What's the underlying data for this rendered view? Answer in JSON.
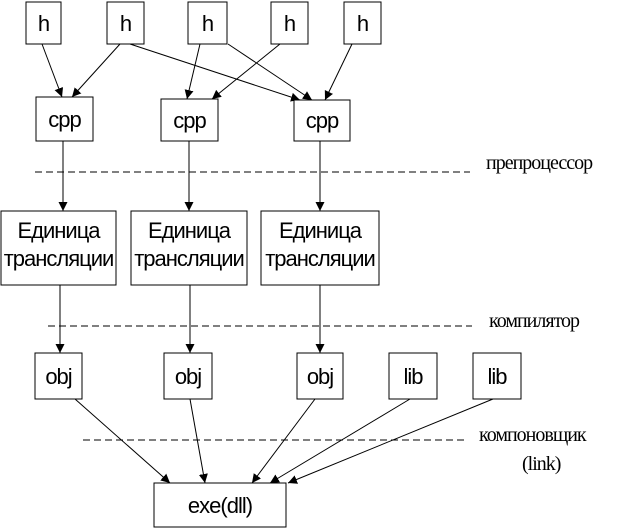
{
  "nodes": {
    "h1": "h",
    "h2": "h",
    "h3": "h",
    "h4": "h",
    "h5": "h",
    "cpp1": "cpp",
    "cpp2": "cpp",
    "cpp3": "cpp",
    "tu1_l1": "Единица",
    "tu1_l2": "трансляции",
    "tu2_l1": "Единица",
    "tu2_l2": "трансляции",
    "tu3_l1": "Единица",
    "tu3_l2": "трансляции",
    "obj1": "obj",
    "obj2": "obj",
    "obj3": "obj",
    "lib1": "lib",
    "lib2": "lib",
    "exe": "exe(dll)"
  },
  "stages": {
    "preprocessor": "препроцессор",
    "compiler": "компилятор",
    "linker_l1": "компоновщик",
    "linker_l2": "(link)"
  },
  "colors": {
    "line": "#000000",
    "background": "#ffffff"
  }
}
